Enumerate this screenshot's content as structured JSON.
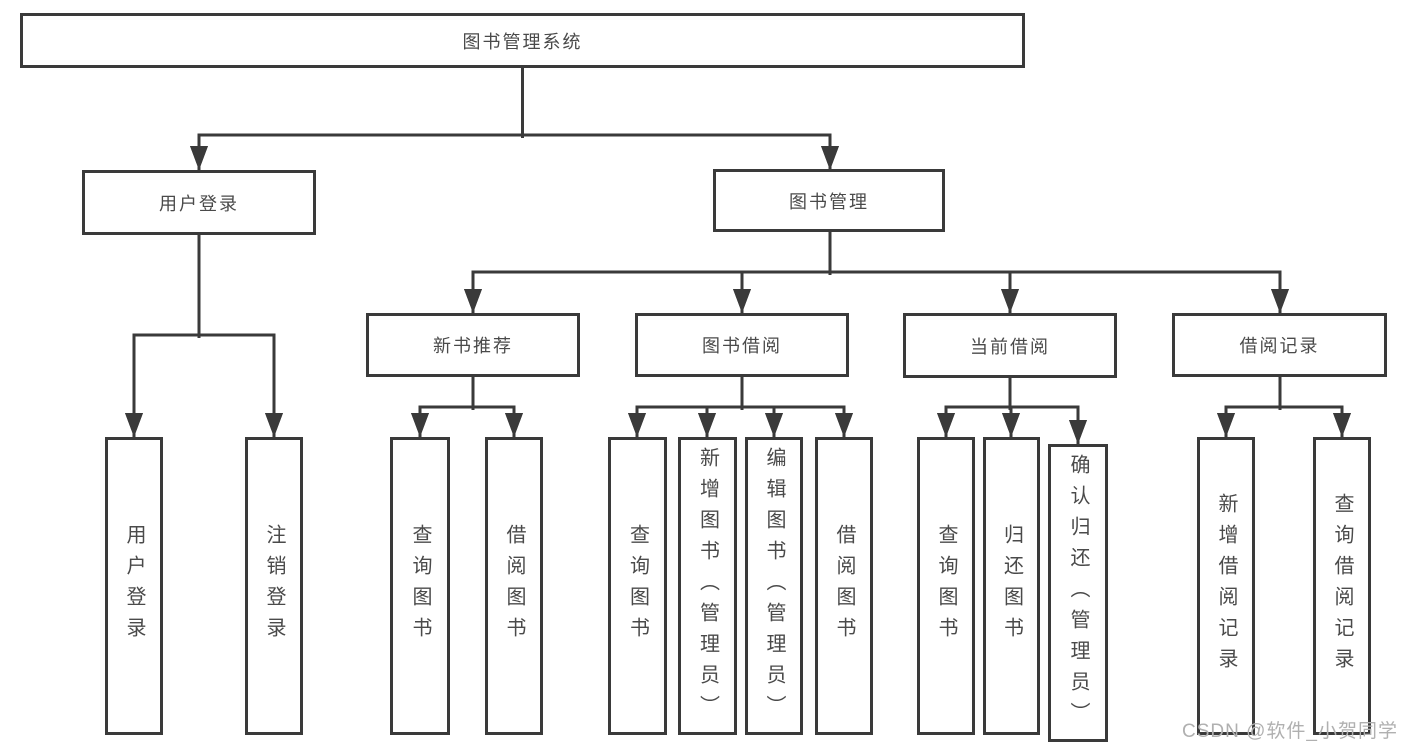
{
  "diagram": {
    "title": "图书管理系统",
    "level2": {
      "user_login": "用户登录",
      "book_mgmt": "图书管理"
    },
    "level3": {
      "new_books": "新书推荐",
      "borrow": "图书借阅",
      "current": "当前借阅",
      "records": "借阅记录"
    },
    "leaves": {
      "user_login_1": "用户登录",
      "user_login_2": "注销登录",
      "new_books_1": "查询图书",
      "new_books_2": "借阅图书",
      "borrow_1": "查询图书",
      "borrow_2": "新增图书（管理员）",
      "borrow_3": "编辑图书（管理员）",
      "borrow_4": "借阅图书",
      "current_1": "查询图书",
      "current_2": "归还图书",
      "current_3": "确认归还（管理员）",
      "records_1": "新增借阅记录",
      "records_2": "查询借阅记录"
    }
  },
  "watermark": "CSDN @软件_小贺同学",
  "colors": {
    "line": "#3a3a3a",
    "text": "#4a4a4a",
    "watermark": "#b0b0b0",
    "background": "#ffffff"
  }
}
